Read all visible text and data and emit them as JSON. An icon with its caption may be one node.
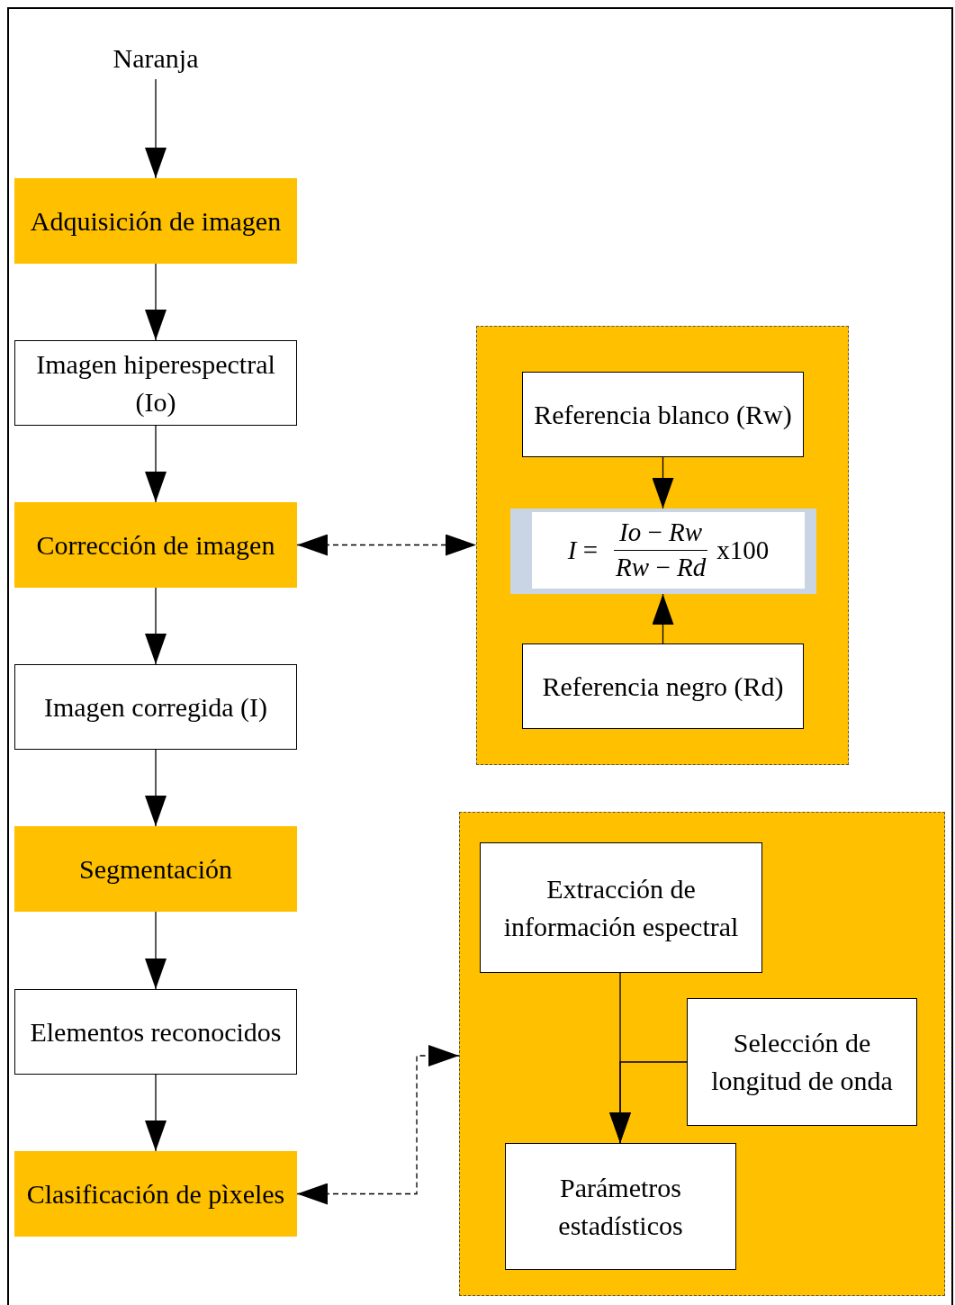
{
  "diagram": {
    "nodes": [
      {
        "text": [
          "Naranja"
        ]
      },
      {
        "text": [
          "Adquisición de imagen"
        ]
      },
      {
        "text": [
          "Imagen hiperespectral (Io)"
        ]
      },
      {
        "text": [
          "Corrección de imagen"
        ]
      },
      {
        "text": [
          "Imagen corregida (I)"
        ]
      },
      {
        "text": [
          "Segmentación"
        ]
      },
      {
        "text": [
          "Elementos reconocidos"
        ]
      },
      {
        "text": [
          "Clasificación de pìxeles"
        ]
      },
      {
        "text": [],
        "shape": "box"
      },
      {
        "text": [
          "Referencia blanco (Rw)"
        ],
        "in": 8
      },
      {
        "text": [
          "*I* =",
          "*Io* − *Rw*",
          "*Rw* − *Rd*",
          "x100"
        ],
        "in": 8
      },
      {
        "text": [
          "Referencia negro (Rd)"
        ],
        "in": 8
      },
      {
        "text": [],
        "shape": "box"
      },
      {
        "text": [
          "Extracción de información espectral"
        ],
        "in": 12
      },
      {
        "text": [
          "Selección de longitud de onda"
        ],
        "in": 12
      },
      {
        "text": [
          "Parámetros estadísticos"
        ],
        "in": 12
      }
    ],
    "edges": [
      {
        "from": 0,
        "to": 1,
        "arrow": "to"
      },
      {
        "from": 1,
        "to": 2,
        "arrow": "to"
      },
      {
        "from": 2,
        "to": 3,
        "arrow": "to"
      },
      {
        "from": 3,
        "to": 4,
        "arrow": "to"
      },
      {
        "from": 4,
        "to": 5,
        "arrow": "to"
      },
      {
        "from": 5,
        "to": 6,
        "arrow": "to"
      },
      {
        "from": 6,
        "to": 7,
        "arrow": "to"
      },
      {
        "from": 3,
        "to": 8,
        "arrow": "both",
        "style": "dashed"
      },
      {
        "from": 9,
        "to": 10,
        "arrow": "to"
      },
      {
        "from": 11,
        "to": 10,
        "arrow": "to"
      },
      {
        "from": 7,
        "to": 12,
        "arrow": "both",
        "style": "dashed"
      },
      {
        "from": 13,
        "to": 15,
        "arrow": "to"
      },
      {
        "from": 14,
        "to": 15,
        "arrow": "to"
      }
    ]
  }
}
